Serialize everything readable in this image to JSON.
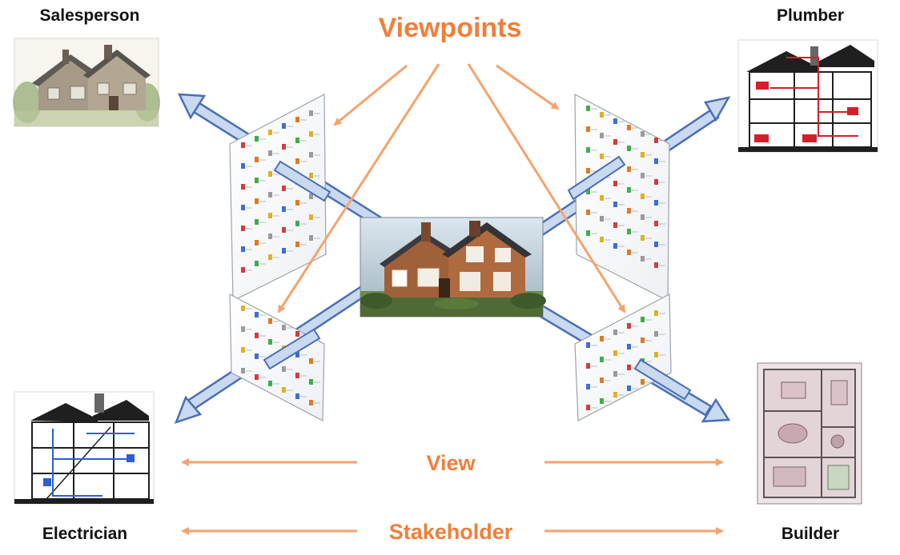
{
  "title": "Viewpoints",
  "legend": {
    "view": "View",
    "stakeholder": "Stakeholder"
  },
  "stakeholders": {
    "salesperson": "Salesperson",
    "plumber": "Plumber",
    "electrician": "Electrician",
    "builder": "Builder"
  },
  "colors": {
    "accent_orange": "#f07e3a",
    "arrow_orange": "#f5a36b",
    "arrow_blue_fill": "#c9d9f0",
    "arrow_blue_stroke": "#4a6fb5",
    "text_dark": "#111111"
  },
  "icons": {
    "house_photo": "house-photo-icon",
    "view_sheet": "view-sheet-icon",
    "house_sketch": "house-sketch-icon",
    "plumbing_plan": "plumbing-plan-icon",
    "electrical_plan": "electrical-plan-icon",
    "floor_plan": "floor-plan-icon"
  }
}
